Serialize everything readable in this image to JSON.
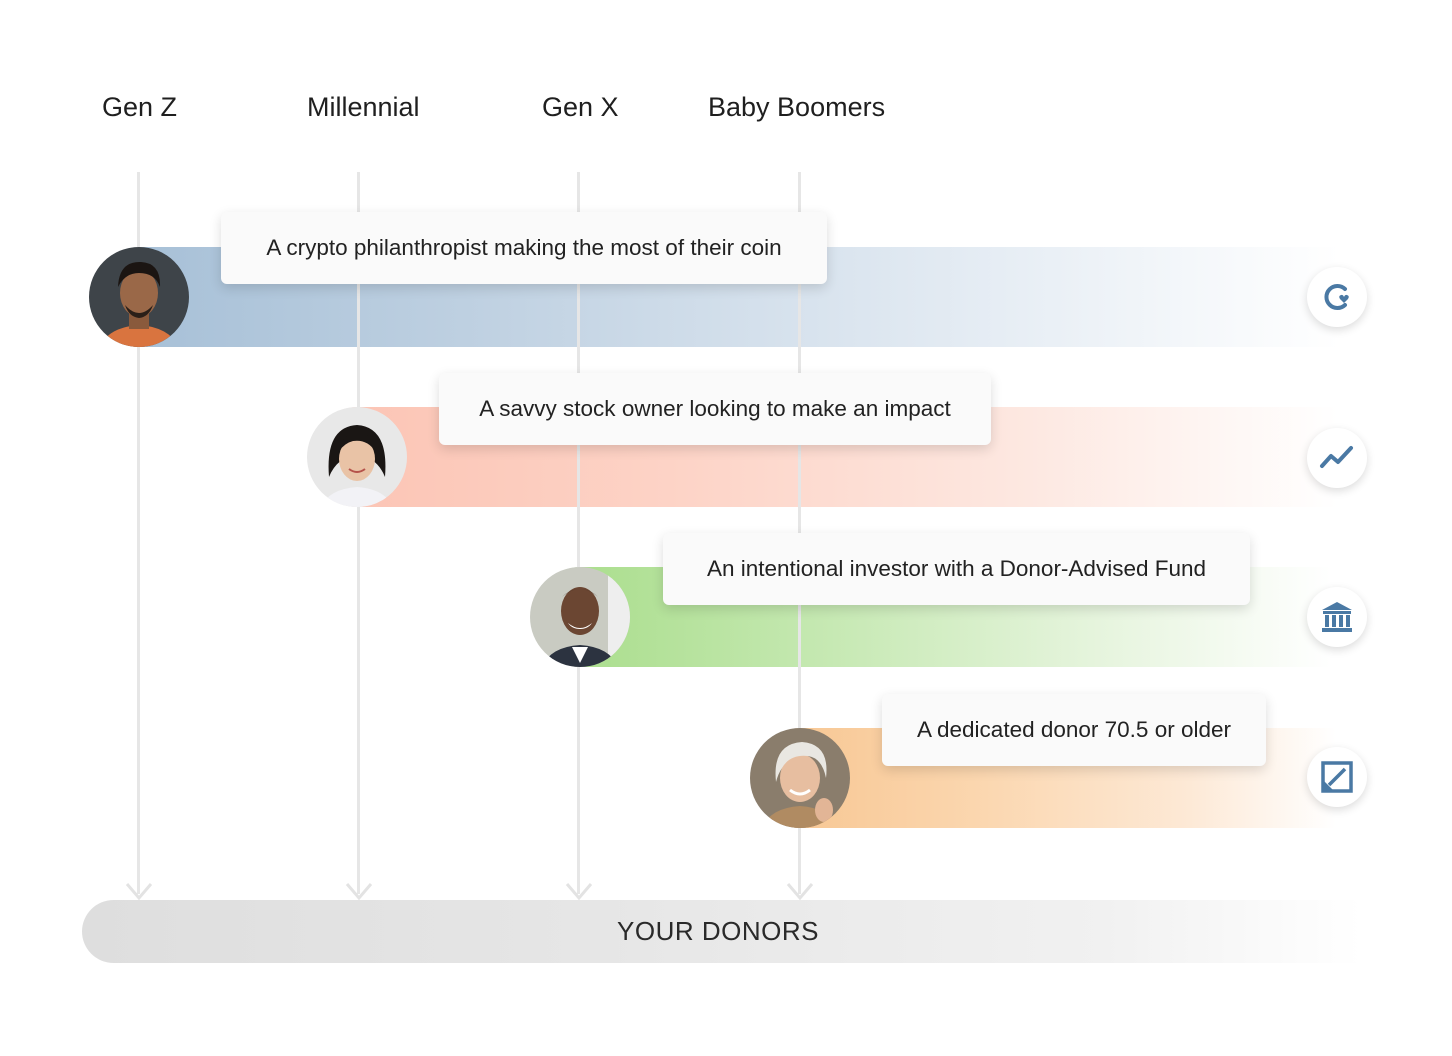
{
  "generations": [
    "Gen Z",
    "Millennial",
    "Gen X",
    "Baby Boomers"
  ],
  "donors": [
    {
      "text": "A crypto philanthropist making the most of their coin",
      "icon": "crypto-heart-icon",
      "color": "#a4bed6"
    },
    {
      "text": "A savvy stock owner looking to make an impact",
      "icon": "stock-chart-icon",
      "color": "#fbc3b3"
    },
    {
      "text": "An intentional investor with a Donor-Advised Fund",
      "icon": "bank-icon",
      "color": "#a6dc87"
    },
    {
      "text": "A dedicated donor 70.5 or older",
      "icon": "ira-icon",
      "color": "#f7c48e"
    }
  ],
  "footer": {
    "label": "YOUR DONORS"
  },
  "colors": {
    "icon": "#4a79a4",
    "line": "#e6e6e6"
  }
}
